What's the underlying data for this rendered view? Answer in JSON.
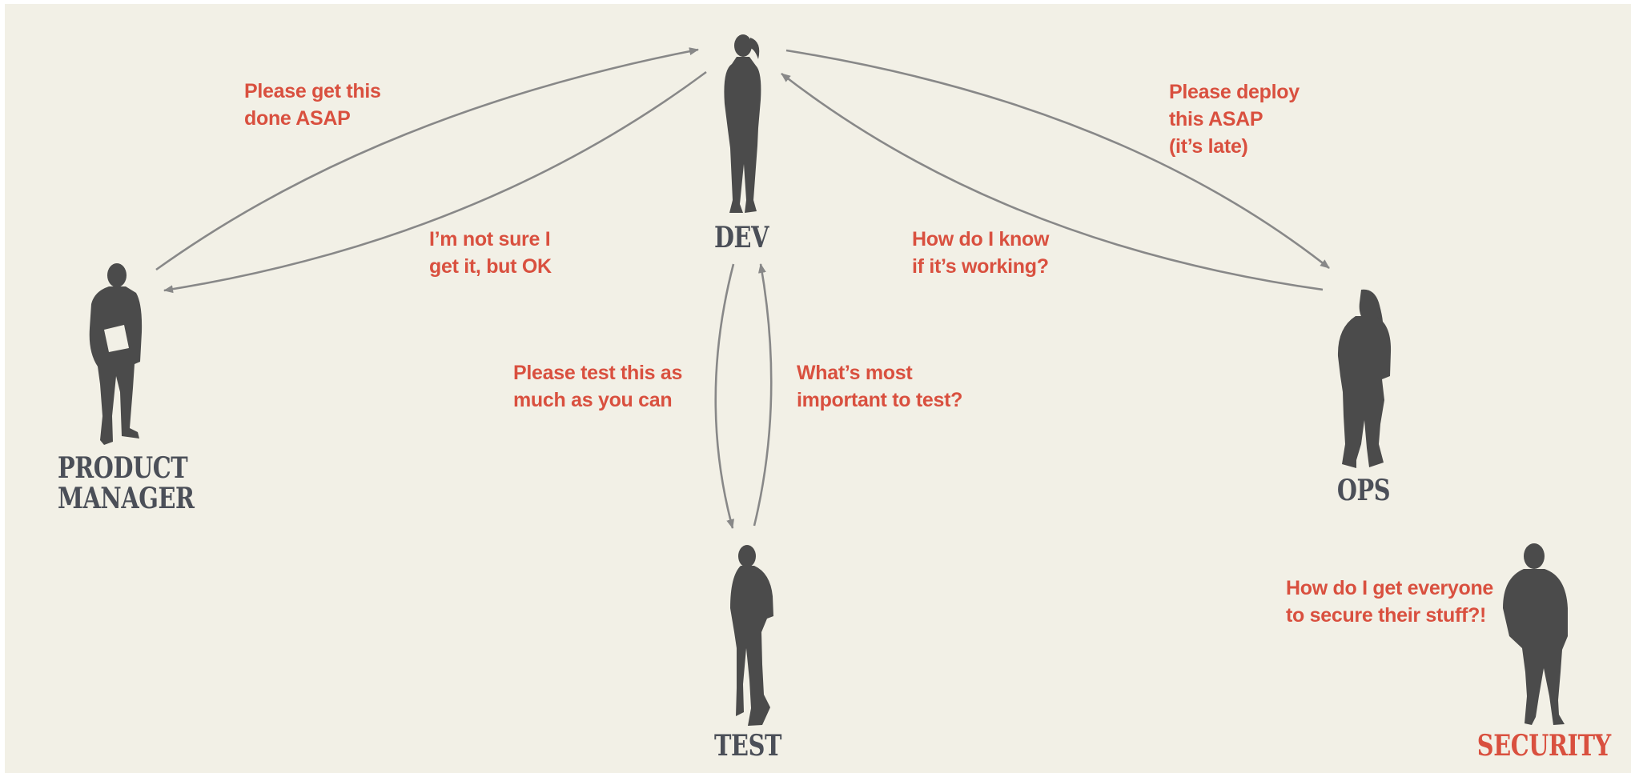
{
  "colors": {
    "background": "#f2f0e6",
    "figure": "#4b4b4b",
    "role_label": "#4b4f58",
    "message": "#d9503f",
    "arrow": "#888888",
    "security_label": "#d9503f"
  },
  "roles": {
    "dev": "DEV",
    "test": "TEST",
    "product_manager": "PRODUCT\nMANAGER",
    "ops": "OPS",
    "security": "SECURITY"
  },
  "messages": {
    "pm_to_dev": "Please get this\ndone ASAP",
    "dev_to_pm": "I’m not sure I\nget it, but OK",
    "dev_to_ops": "Please deploy\nthis ASAP\n(it’s late)",
    "ops_to_dev": "How do I know\nif it’s working?",
    "dev_to_test": "Please test this as\nmuch as you can",
    "test_to_dev": "What’s most\nimportant to test?",
    "security_thought": "How do I get everyone\nto secure their stuff?!"
  },
  "icons": {
    "dev": "person-silhouette-icon",
    "test": "person-silhouette-icon",
    "product_manager": "person-silhouette-icon",
    "ops": "person-silhouette-icon",
    "security": "person-silhouette-icon"
  }
}
